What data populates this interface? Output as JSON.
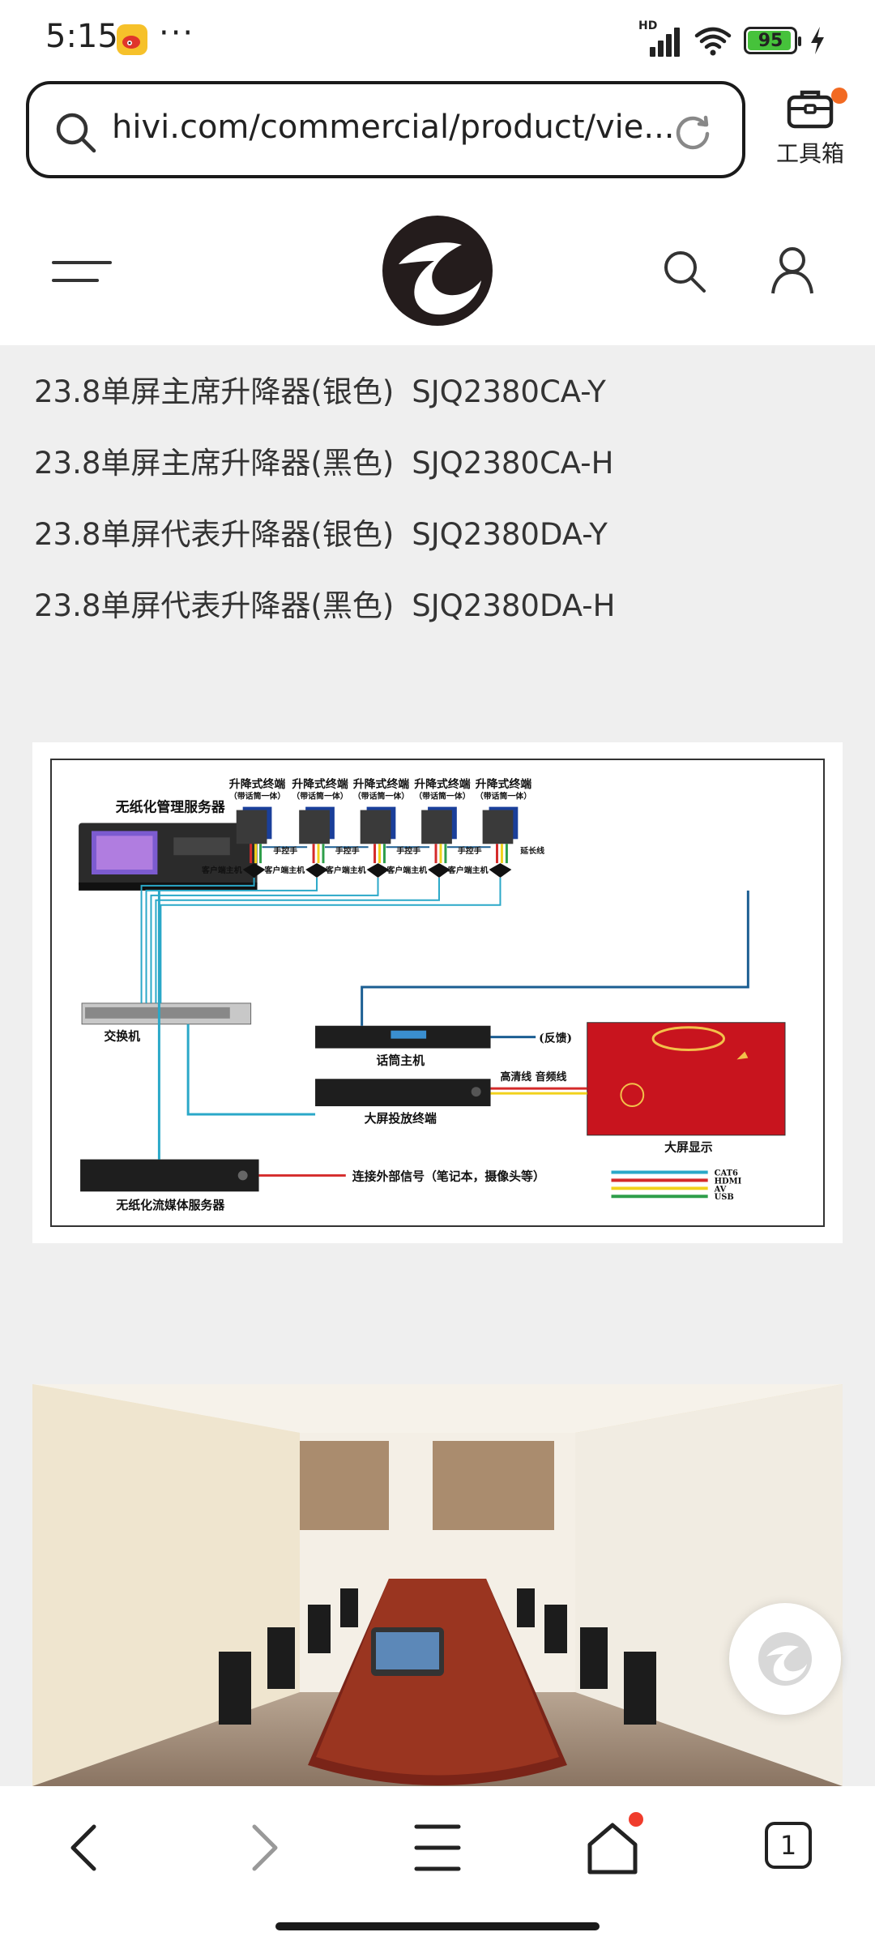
{
  "status_bar": {
    "time": "5:15",
    "dots": "···",
    "hd_label": "HD",
    "battery_level": "95",
    "battery_percent": 95
  },
  "browser": {
    "url": "hivi.com/commercial/product/vie...",
    "toolbox_label": "工具箱"
  },
  "products": [
    {
      "name": "23.8单屏主席升降器(银色)",
      "code": "SJQ2380CA-Y"
    },
    {
      "name": "23.8单屏主席升降器(黑色)",
      "code": "SJQ2380CA-H"
    },
    {
      "name": "23.8单屏代表升降器(银色)",
      "code": "SJQ2380DA-Y"
    },
    {
      "name": "23.8单屏代表升降器(黑色)",
      "code": "SJQ2380DA-H"
    }
  ],
  "diagram": {
    "server_title": "无纸化管理服务器",
    "terminal_title": "升降式终端",
    "terminal_sub": "（带话筒一体）",
    "terminal_count": 5,
    "handcontrol_label": "手控手",
    "extension_label": "延长线",
    "client_label": "客户端主机",
    "switch_label": "交换机",
    "mic_host_label": "话筒主机",
    "feedback_label": "(反馈)",
    "bigscreen_terminal_label": "大屏投放终端",
    "hd_audio_label": "高清线 音频线",
    "bigscreen_label": "大屏显示",
    "media_server_label": "无纸化流媒体服务器",
    "external_label": "连接外部信号（笔记本，摄像头等）",
    "legend": [
      {
        "name": "CAT6",
        "color": "#2aa8c8"
      },
      {
        "name": "HDMI",
        "color": "#d42a2a"
      },
      {
        "name": "AV",
        "color": "#f2d21c"
      },
      {
        "name": "USB",
        "color": "#2e9e4a"
      }
    ]
  },
  "colors": {
    "accent_orange": "#f26a22",
    "battery_green": "#46c23b"
  }
}
